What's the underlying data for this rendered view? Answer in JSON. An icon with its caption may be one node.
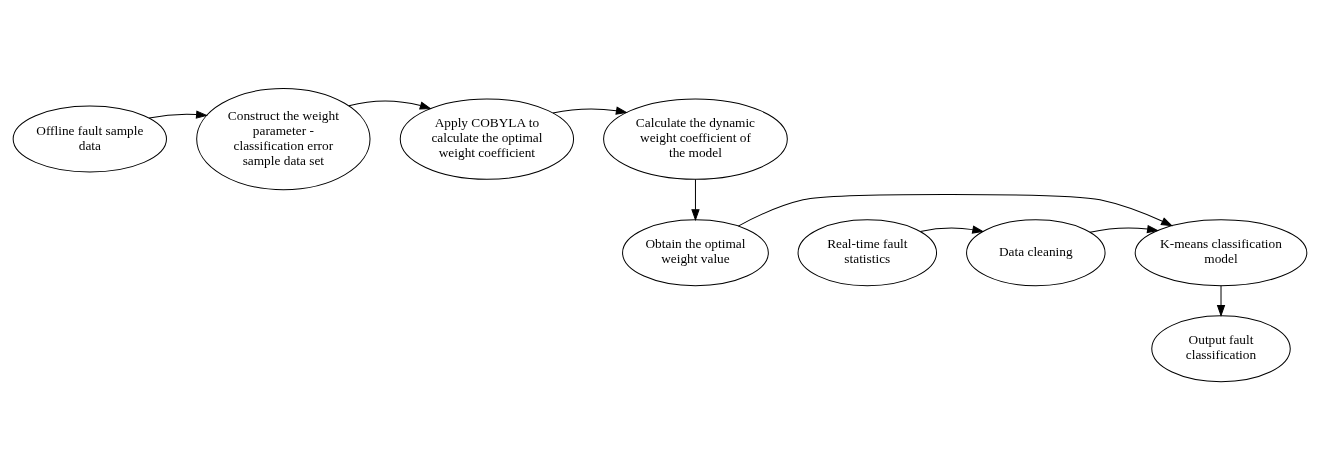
{
  "diagram": {
    "nodes": [
      {
        "text": [
          "Offline fault sample data"
        ]
      },
      {
        "text": [
          "Construct the weight parameter - classification error sample data set"
        ]
      },
      {
        "text": [
          "Apply COBYLA to calculate the optimal weight coefficient"
        ]
      },
      {
        "text": [
          "Calculate the dynamic weight coefficient of the model"
        ]
      },
      {
        "text": [
          "Real-time fault statistics"
        ]
      },
      {
        "text": [
          "Data cleaning"
        ]
      },
      {
        "text": [
          "K-means classification model"
        ]
      },
      {
        "text": [
          "Obtain the optimal weight value"
        ]
      },
      {
        "text": [
          "Output fault classification"
        ]
      }
    ],
    "edges": [
      {
        "from": 0,
        "to": 1,
        "arrow": "to"
      },
      {
        "from": 1,
        "to": 2,
        "arrow": "to"
      },
      {
        "from": 2,
        "to": 3,
        "arrow": "to"
      },
      {
        "from": 3,
        "to": 7,
        "arrow": "to"
      },
      {
        "from": 4,
        "to": 5,
        "arrow": "to"
      },
      {
        "from": 5,
        "to": 6,
        "arrow": "to"
      },
      {
        "from": 7,
        "to": 6,
        "arrow": "to"
      },
      {
        "from": 6,
        "to": 8,
        "arrow": "to"
      }
    ]
  }
}
